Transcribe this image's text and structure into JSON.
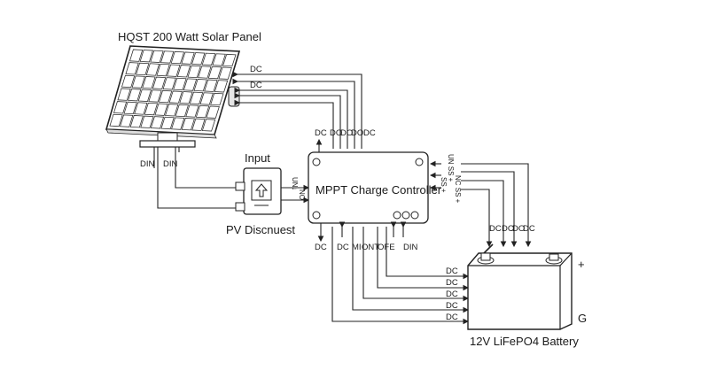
{
  "labels": {
    "panel_title": "HQST 200 Watt Solar Panel",
    "controller_title": "MPPT Charge Controller",
    "input_label": "Input",
    "disconnect_label": "PV Discnuest",
    "battery_label": "12V LiFePO4 Battery",
    "battery_plus": "+",
    "battery_ground": "G"
  },
  "panel_wires": [
    "DC",
    "DC"
  ],
  "panel_mount_labels": [
    "DIN",
    "DIN"
  ],
  "controller_top_terminals": [
    "DC",
    "DO",
    "DO",
    "DO",
    "DC"
  ],
  "controller_bottom_terminals": [
    "DC",
    "DC",
    "MI",
    "ONT",
    "OFE",
    "DIN"
  ],
  "controller_left_terminals": [
    "UN",
    "↓",
    "NO"
  ],
  "controller_right_terminals": [
    "UN SS +",
    "SS +",
    "NC SS +"
  ],
  "battery_top_terminals": [
    "DC",
    "DC",
    "DO",
    "DC"
  ],
  "battery_side_terminals": [
    "DC",
    "DC",
    "DC",
    "DC",
    "DC"
  ],
  "icons": [
    "solar-panel-icon",
    "disconnect-switch-icon",
    "battery-icon",
    "mounting-hole-icon"
  ]
}
